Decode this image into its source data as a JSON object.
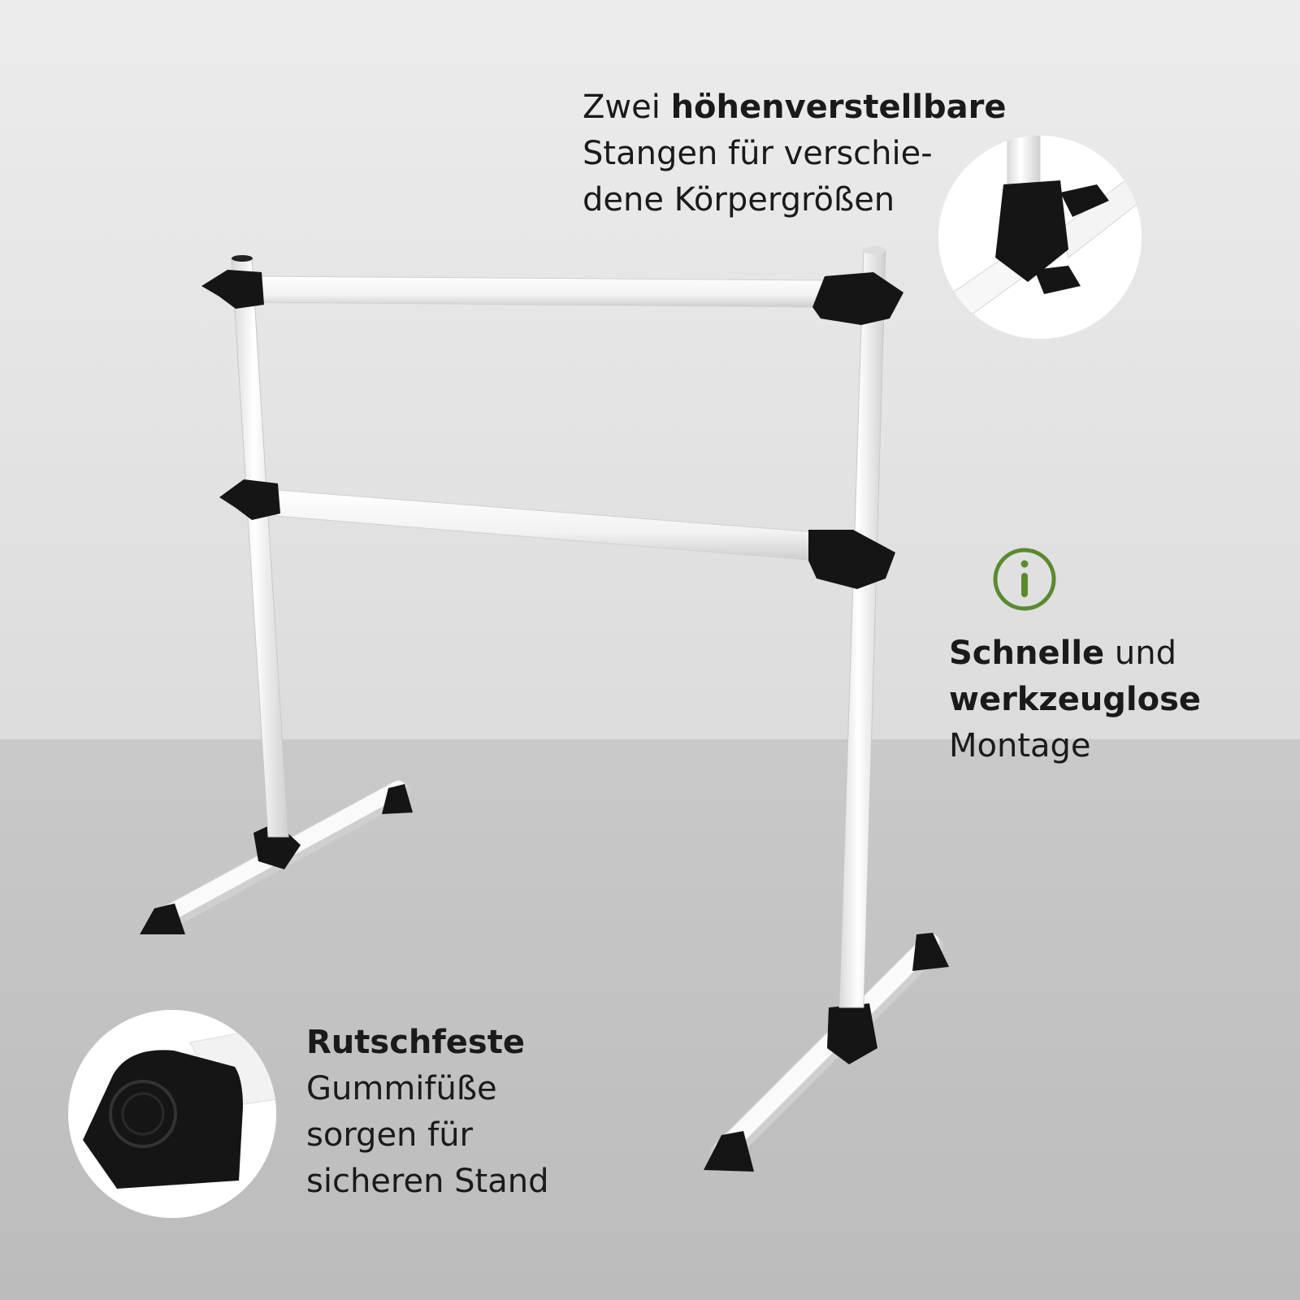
{
  "feature_top": {
    "bold": "höhenverstellbare",
    "prefix": "Zwei",
    "line2": "Stangen für verschie-",
    "line3": "dene Körpergrößen"
  },
  "feature_middle": {
    "bold1": "Schnelle",
    "text1": "und",
    "bold2": "werkzeuglose",
    "line3": "Montage"
  },
  "feature_bottom": {
    "bold": "Rutschfeste",
    "line2": "Gummifüße",
    "line3": "sorgen für",
    "line4": "sicheren Stand"
  },
  "colors": {
    "info_icon": "#5a8a2e",
    "text": "#1a1a1a",
    "bar_black": "#151515"
  },
  "icons": [
    "info-icon",
    "clamp-detail-image",
    "rubber-foot-detail-image"
  ]
}
